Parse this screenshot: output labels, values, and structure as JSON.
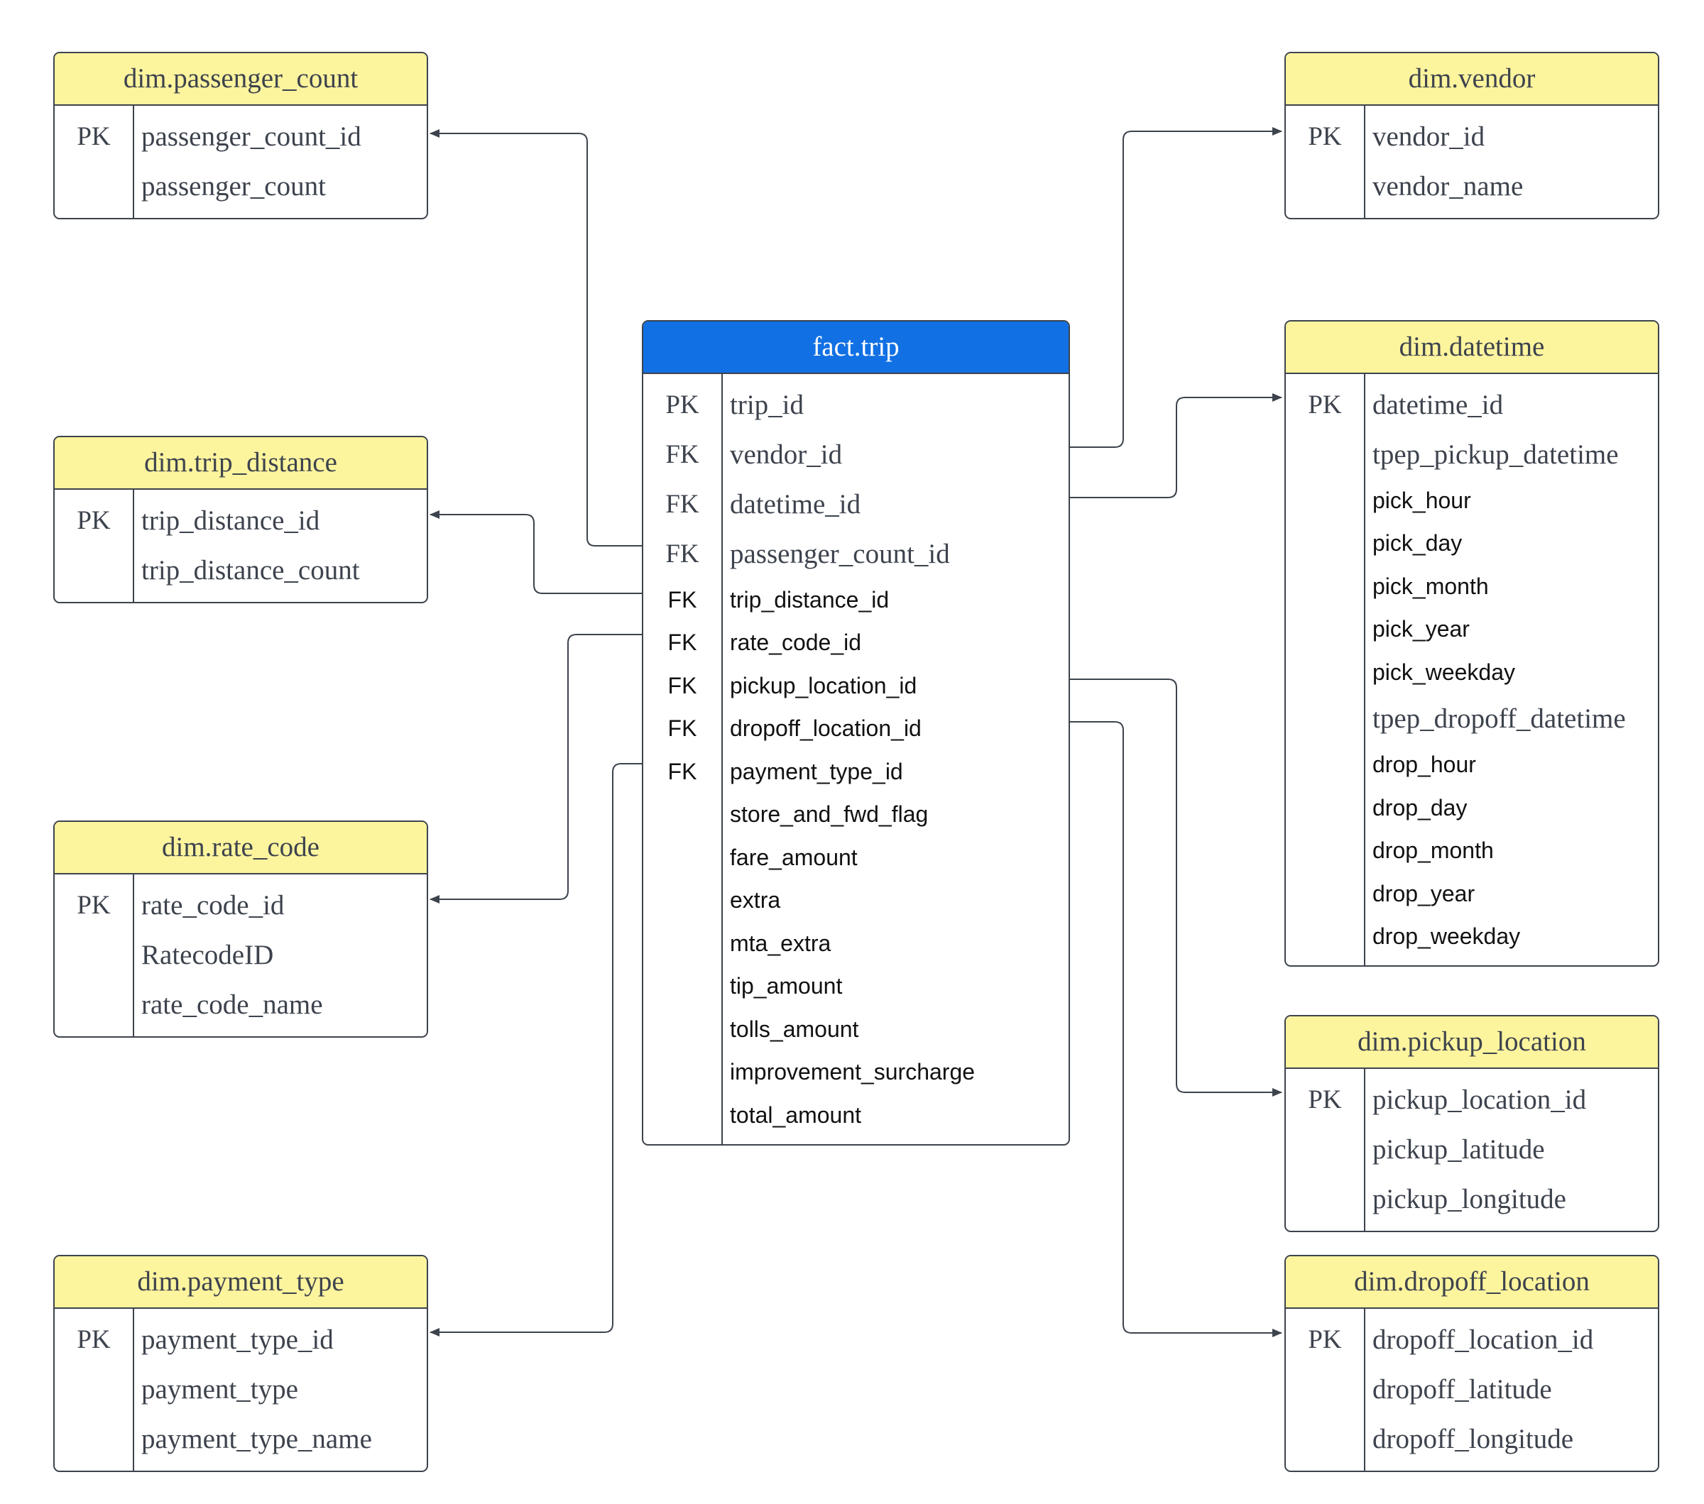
{
  "colors": {
    "dim_header": "#fdf49e",
    "fact_header": "#1170e4",
    "border": "#3d434d",
    "connector": "#3d434d"
  },
  "entities": {
    "passenger_count": {
      "title": "dim.passenger_count",
      "rows": [
        {
          "key": "PK",
          "field": "passenger_count_id"
        },
        {
          "key": "",
          "field": "passenger_count"
        }
      ]
    },
    "trip_distance": {
      "title": "dim.trip_distance",
      "rows": [
        {
          "key": "PK",
          "field": "trip_distance_id"
        },
        {
          "key": "",
          "field": "trip_distance_count"
        }
      ]
    },
    "rate_code": {
      "title": "dim.rate_code",
      "rows": [
        {
          "key": "PK",
          "field": "rate_code_id"
        },
        {
          "key": "",
          "field": "RatecodeID"
        },
        {
          "key": "",
          "field": "rate_code_name"
        }
      ]
    },
    "payment_type": {
      "title": "dim.payment_type",
      "rows": [
        {
          "key": "PK",
          "field": "payment_type_id"
        },
        {
          "key": "",
          "field": "payment_type"
        },
        {
          "key": "",
          "field": "payment_type_name"
        }
      ]
    },
    "fact_trip": {
      "title": "fact.trip",
      "rows": [
        {
          "key": "PK",
          "field": "trip_id"
        },
        {
          "key": "FK",
          "field": "vendor_id"
        },
        {
          "key": "FK",
          "field": "datetime_id"
        },
        {
          "key": "FK",
          "field": "passenger_count_id"
        },
        {
          "key": "FK",
          "field": "trip_distance_id"
        },
        {
          "key": "FK",
          "field": "rate_code_id"
        },
        {
          "key": "FK",
          "field": "pickup_location_id"
        },
        {
          "key": "FK",
          "field": "dropoff_location_id"
        },
        {
          "key": "FK",
          "field": "payment_type_id"
        },
        {
          "key": "",
          "field": "store_and_fwd_flag"
        },
        {
          "key": "",
          "field": "fare_amount"
        },
        {
          "key": "",
          "field": "extra"
        },
        {
          "key": "",
          "field": "mta_extra"
        },
        {
          "key": "",
          "field": "tip_amount"
        },
        {
          "key": "",
          "field": "tolls_amount"
        },
        {
          "key": "",
          "field": "improvement_surcharge"
        },
        {
          "key": "",
          "field": "total_amount"
        }
      ]
    },
    "vendor": {
      "title": "dim.vendor",
      "rows": [
        {
          "key": "PK",
          "field": "vendor_id"
        },
        {
          "key": "",
          "field": "vendor_name"
        }
      ]
    },
    "datetime": {
      "title": "dim.datetime",
      "rows": [
        {
          "key": "PK",
          "field": "datetime_id"
        },
        {
          "key": "",
          "field": "tpep_pickup_datetime"
        },
        {
          "key": "",
          "field": "pick_hour"
        },
        {
          "key": "",
          "field": "pick_day"
        },
        {
          "key": "",
          "field": "pick_month"
        },
        {
          "key": "",
          "field": "pick_year"
        },
        {
          "key": "",
          "field": "pick_weekday"
        },
        {
          "key": "",
          "field": "tpep_dropoff_datetime"
        },
        {
          "key": "",
          "field": "drop_hour"
        },
        {
          "key": "",
          "field": "drop_day"
        },
        {
          "key": "",
          "field": "drop_month"
        },
        {
          "key": "",
          "field": "drop_year"
        },
        {
          "key": "",
          "field": "drop_weekday"
        }
      ]
    },
    "pickup_location": {
      "title": "dim.pickup_location",
      "rows": [
        {
          "key": "PK",
          "field": "pickup_location_id"
        },
        {
          "key": "",
          "field": "pickup_latitude"
        },
        {
          "key": "",
          "field": "pickup_longitude"
        }
      ]
    },
    "dropoff_location": {
      "title": "dim.dropoff_location",
      "rows": [
        {
          "key": "PK",
          "field": "dropoff_location_id"
        },
        {
          "key": "",
          "field": "dropoff_latitude"
        },
        {
          "key": "",
          "field": "dropoff_longitude"
        }
      ]
    }
  }
}
